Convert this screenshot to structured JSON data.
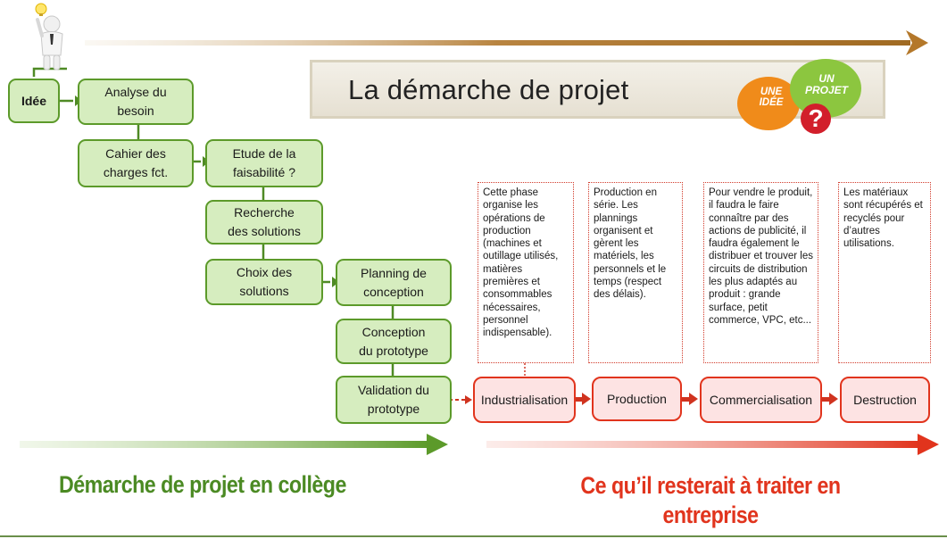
{
  "title": "La démarche de projet",
  "logo": {
    "bubble1": "UNE\nIDÉE",
    "bubble2": "UN\nPROJET",
    "mark": "?"
  },
  "college_steps": [
    {
      "label": "Idée"
    },
    {
      "label": "Analyse du\nbesoin"
    },
    {
      "label": "Cahier des\ncharges fct."
    },
    {
      "label": "Etude de la\nfaisabilité ?"
    },
    {
      "label": "Recherche\ndes solutions"
    },
    {
      "label": "Choix des\nsolutions"
    },
    {
      "label": "Planning de\nconception"
    },
    {
      "label": "Conception\ndu prototype"
    },
    {
      "label": "Validation du\nprototype"
    }
  ],
  "enterprise_steps": [
    {
      "label": "Industrialisation",
      "note": "Cette phase organise les opérations de production (machines et outillage utilisés, matières premières et consommables nécessaires, personnel indispensable)."
    },
    {
      "label": "Production",
      "note": "Production en série. Les plannings organisent et gèrent les matériels, les personnels et le temps (respect des délais)."
    },
    {
      "label": "Commercialisation",
      "note": "Pour vendre le produit, il faudra le faire connaître par des actions de publicité, il faudra également le distribuer et trouver les circuits de distribution les plus adaptés au produit : grande surface, petit commerce, VPC,  etc..."
    },
    {
      "label": "Destruction",
      "note": "Les matériaux sont récupérés et recyclés pour d’autres utilisations."
    }
  ],
  "footer": {
    "college": "Démarche de projet en collège",
    "enterprise": "Ce qu’il resterait à traiter en\nentreprise"
  },
  "colors": {
    "green": "#5c9a2a",
    "green_fill": "#d6edbf",
    "red": "#e1341d",
    "red_fill": "#fde3e3",
    "brown": "#a8742a",
    "green_text": "#4b8a23"
  }
}
